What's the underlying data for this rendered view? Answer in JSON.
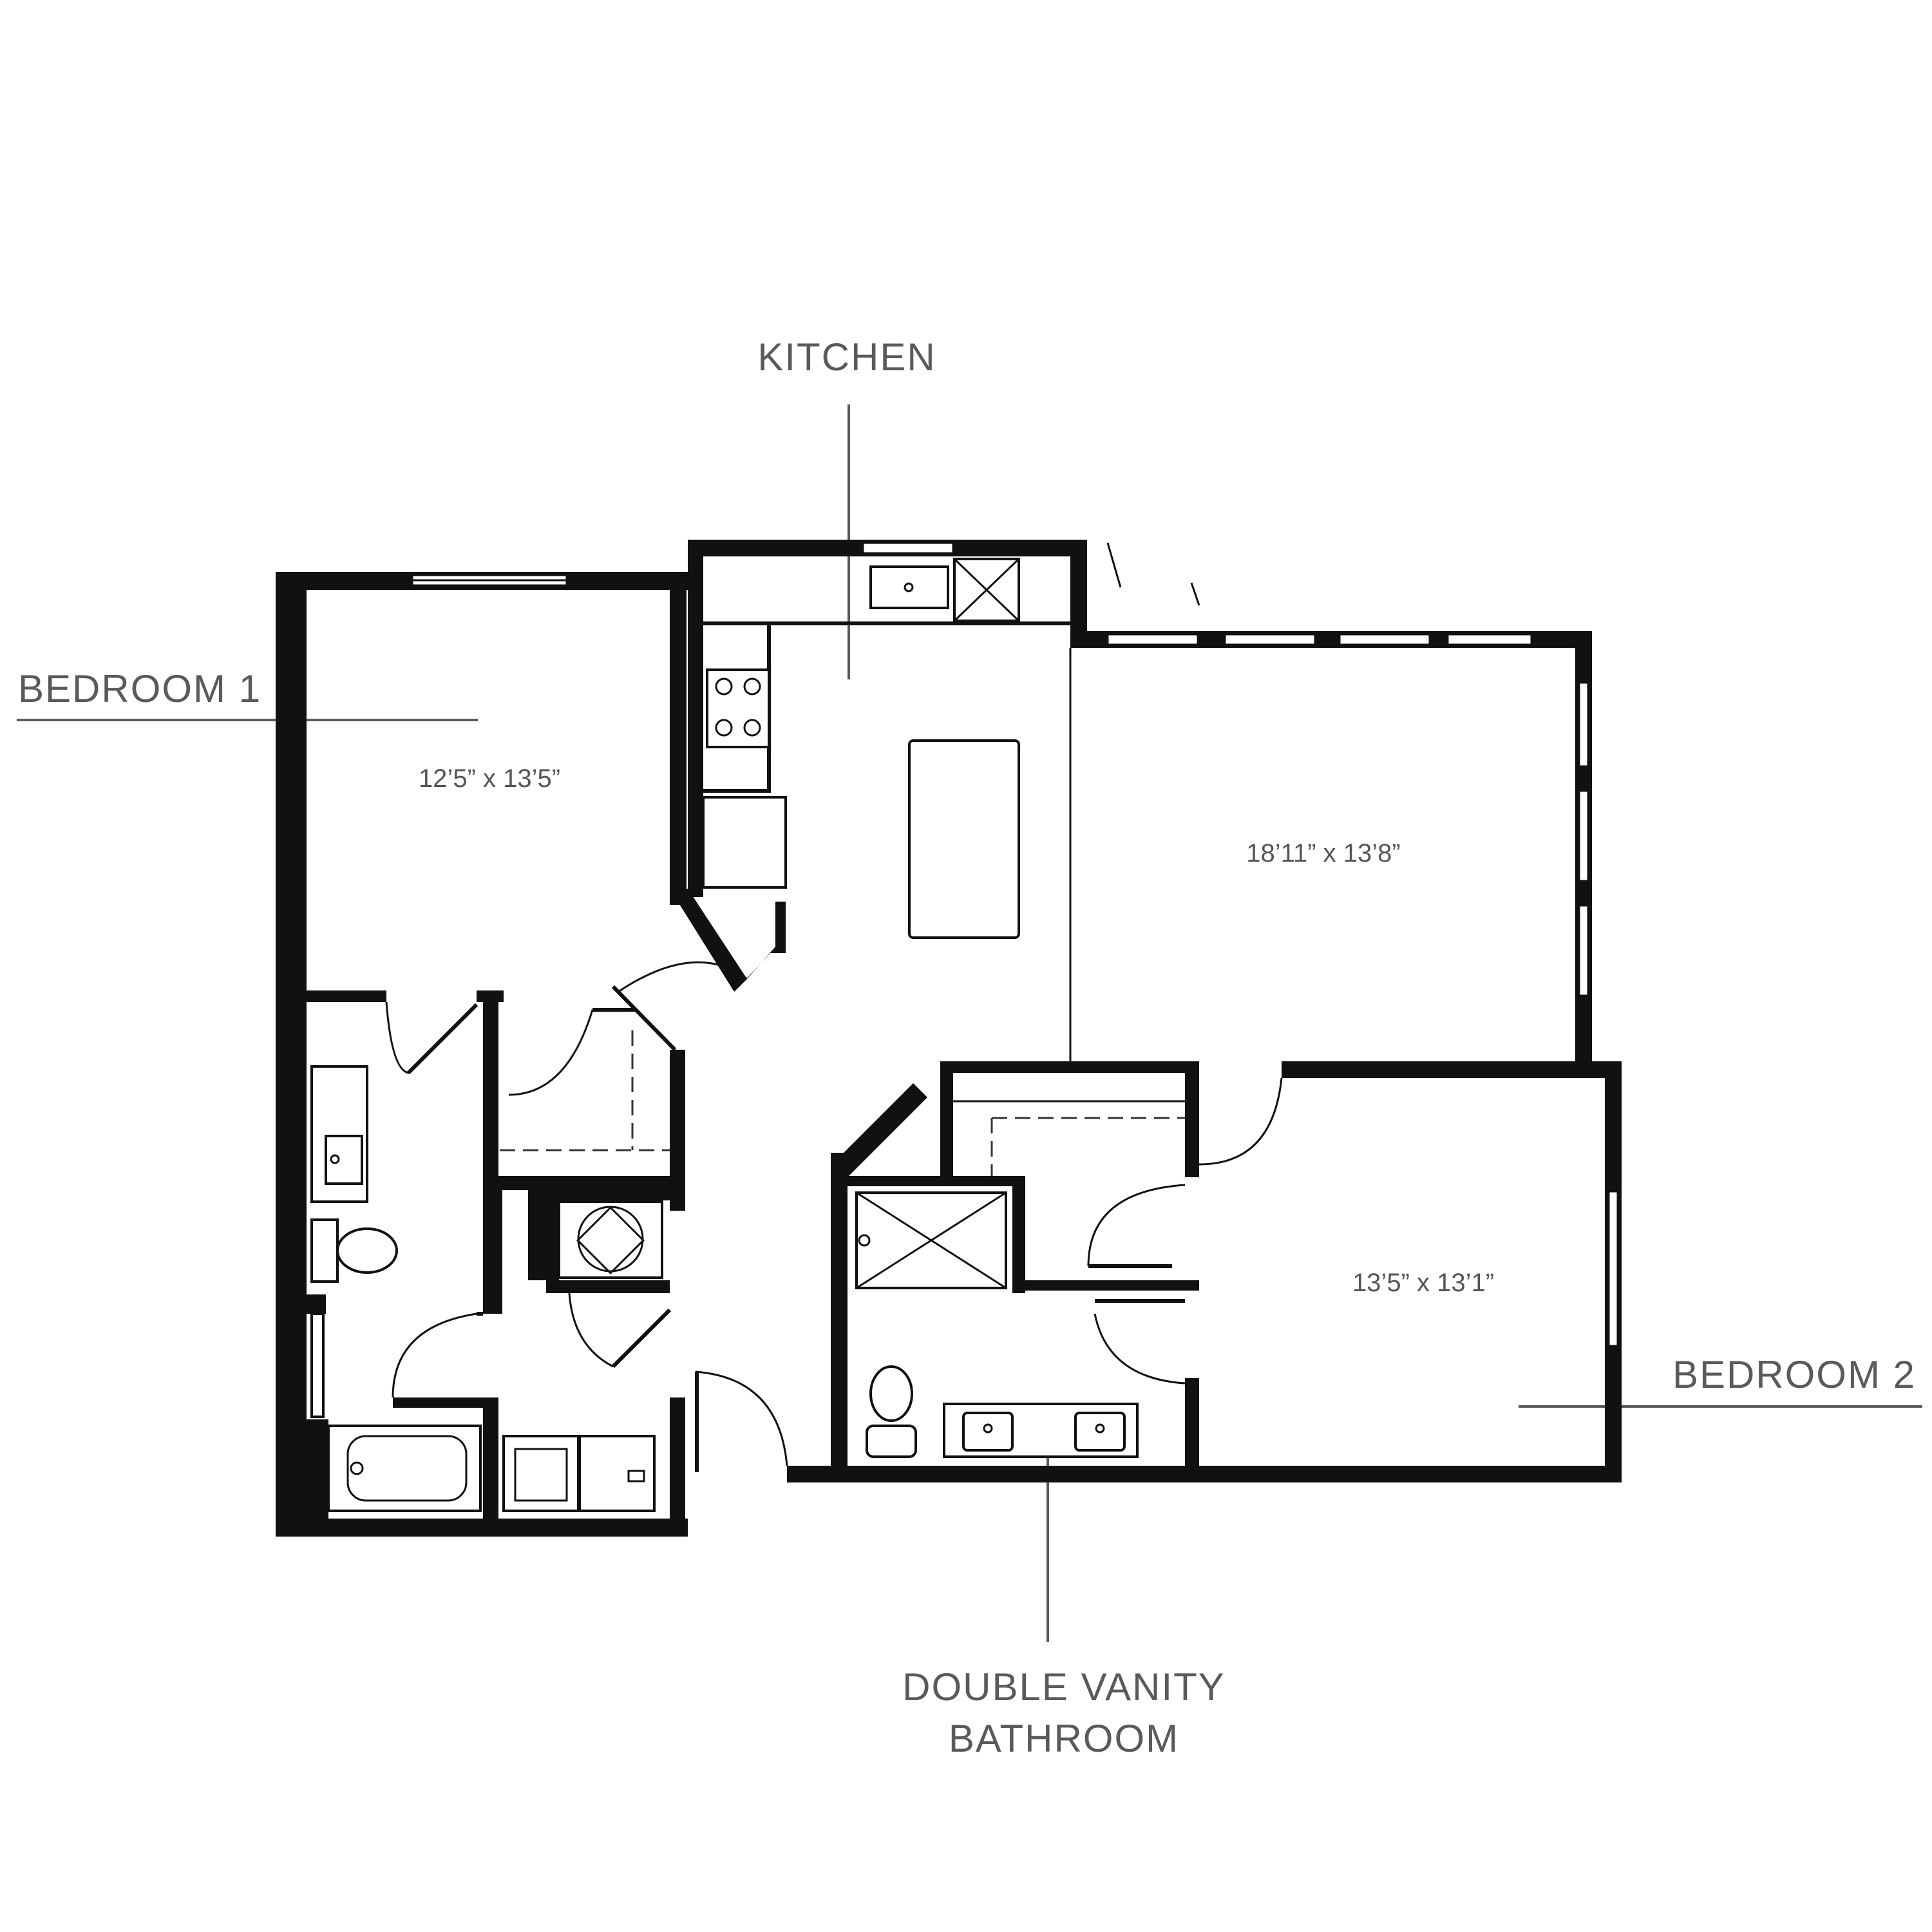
{
  "labels": {
    "kitchen": "KITCHEN",
    "bedroom1": "BEDROOM 1",
    "bedroom2": "BEDROOM 2",
    "bathroom_line1": "DOUBLE VANITY",
    "bathroom_line2": "BATHROOM"
  },
  "dimensions": {
    "bedroom1": "12’5” x 13’5”",
    "living": "18’11” x 13’8”",
    "bedroom2": "13’5” x 13’1”"
  },
  "colors": {
    "wall": "#111111",
    "label": "#5a5a5a",
    "background": "#ffffff"
  }
}
